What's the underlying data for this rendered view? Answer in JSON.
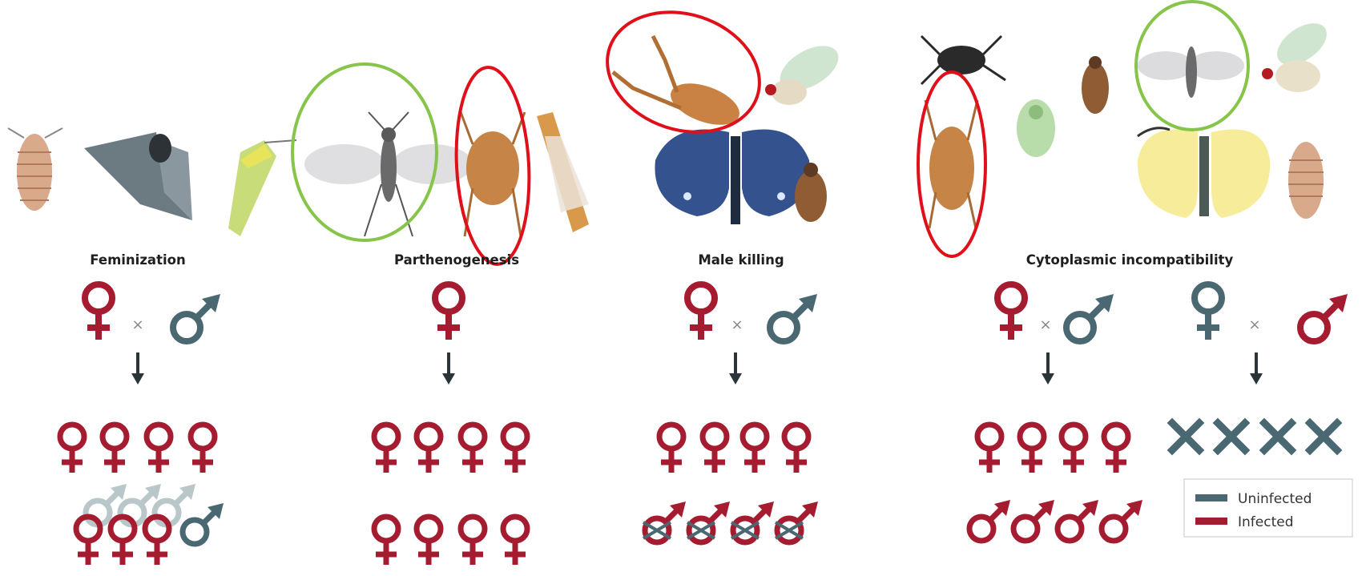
{
  "colors": {
    "infected": "#a51c30",
    "uninfected": "#4a6872",
    "arrow": "#2b3438",
    "highlight_red": "#e0101a",
    "highlight_green": "#86c44a"
  },
  "panels": [
    {
      "title": "Feminization",
      "cross": "♀ × ♂",
      "parents": [
        {
          "sex": "female",
          "status": "infected"
        },
        {
          "sex": "male",
          "status": "uninfected"
        }
      ],
      "offspring_row1": [
        "infected-female",
        "infected-female",
        "infected-female",
        "infected-female"
      ],
      "offspring_row2": [
        "infected-female-ghost-male",
        "infected-female-ghost-male",
        "infected-female-ghost-male",
        "uninfected-male"
      ],
      "organisms": [
        "woodlouse-icon",
        "moth-icon",
        "leafhopper-icon"
      ]
    },
    {
      "title": "Parthenogenesis",
      "cross": "♀",
      "parents": [
        {
          "sex": "female",
          "status": "infected"
        }
      ],
      "offspring_row1": [
        "infected-female",
        "infected-female",
        "infected-female",
        "infected-female"
      ],
      "offspring_row2": [
        "infected-female",
        "infected-female",
        "infected-female",
        "infected-female"
      ],
      "organisms": [
        "wasp-icon",
        "mite-icon",
        "thrips-icon"
      ]
    },
    {
      "title": "Male killing",
      "cross": "♀ × ♂",
      "parents": [
        {
          "sex": "female",
          "status": "infected"
        },
        {
          "sex": "male",
          "status": "uninfected"
        }
      ],
      "offspring_row1": [
        "infected-female",
        "infected-female",
        "infected-female",
        "infected-female"
      ],
      "offspring_row2": [
        "dead-infected-male",
        "dead-infected-male",
        "dead-infected-male",
        "dead-infected-male"
      ],
      "organisms": [
        "pseudoscorpion-icon",
        "fruit-fly-icon",
        "butterfly-icon",
        "beetle-icon"
      ]
    },
    {
      "title": "Cytoplasmic incompatibility",
      "crosses": [
        {
          "cross": "♀ × ♂",
          "parents": [
            {
              "sex": "female",
              "status": "infected"
            },
            {
              "sex": "male",
              "status": "uninfected"
            }
          ],
          "offspring_row1": [
            "infected-female",
            "infected-female",
            "infected-female",
            "infected-female"
          ],
          "offspring_row2": [
            "infected-male",
            "infected-male",
            "infected-male",
            "infected-male"
          ]
        },
        {
          "cross": "♀ × ♂",
          "parents": [
            {
              "sex": "female",
              "status": "uninfected"
            },
            {
              "sex": "male",
              "status": "infected"
            }
          ],
          "offspring_row1": [
            "no-offspring",
            "no-offspring",
            "no-offspring",
            "no-offspring"
          ]
        }
      ],
      "organisms": [
        "spider-icon",
        "mite-icon",
        "aphid-icon",
        "beetle-icon",
        "wasp-icon",
        "fruit-fly-icon",
        "butterfly-icon",
        "woodlouse-icon"
      ]
    }
  ],
  "cross_symbol": "×",
  "legend": {
    "items": [
      {
        "label": "Uninfected",
        "color": "#4a6872"
      },
      {
        "label": "Infected",
        "color": "#a51c30"
      }
    ]
  }
}
